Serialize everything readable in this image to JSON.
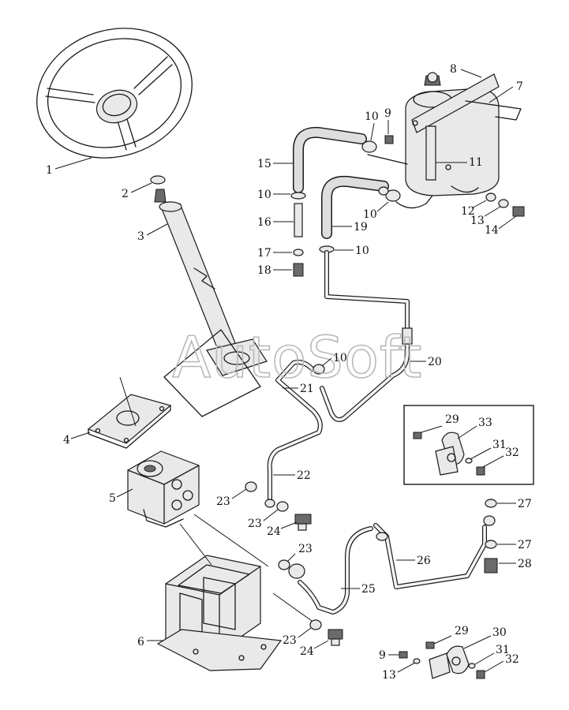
{
  "watermark": "AutoSoft",
  "callouts": [
    {
      "id": "c1",
      "label": "1"
    },
    {
      "id": "c2",
      "label": "2"
    },
    {
      "id": "c3",
      "label": "3"
    },
    {
      "id": "c4",
      "label": "4"
    },
    {
      "id": "c5",
      "label": "5"
    },
    {
      "id": "c6",
      "label": "6"
    },
    {
      "id": "c7",
      "label": "7"
    },
    {
      "id": "c8",
      "label": "8"
    },
    {
      "id": "c9a",
      "label": "9"
    },
    {
      "id": "c10a",
      "label": "10"
    },
    {
      "id": "c11",
      "label": "11"
    },
    {
      "id": "c12",
      "label": "12"
    },
    {
      "id": "c13a",
      "label": "13"
    },
    {
      "id": "c14",
      "label": "14"
    },
    {
      "id": "c15",
      "label": "15"
    },
    {
      "id": "c10b",
      "label": "10"
    },
    {
      "id": "c16",
      "label": "16"
    },
    {
      "id": "c17",
      "label": "17"
    },
    {
      "id": "c18",
      "label": "18"
    },
    {
      "id": "c10c",
      "label": "10"
    },
    {
      "id": "c19",
      "label": "19"
    },
    {
      "id": "c10d",
      "label": "10"
    },
    {
      "id": "c10e",
      "label": "10"
    },
    {
      "id": "c20",
      "label": "20"
    },
    {
      "id": "c21",
      "label": "21"
    },
    {
      "id": "c22",
      "label": "22"
    },
    {
      "id": "c23a",
      "label": "23"
    },
    {
      "id": "c23b",
      "label": "23"
    },
    {
      "id": "c24a",
      "label": "24"
    },
    {
      "id": "c23c",
      "label": "23"
    },
    {
      "id": "c25",
      "label": "25"
    },
    {
      "id": "c26",
      "label": "26"
    },
    {
      "id": "c23d",
      "label": "23"
    },
    {
      "id": "c24b",
      "label": "24"
    },
    {
      "id": "c27a",
      "label": "27"
    },
    {
      "id": "c27b",
      "label": "27"
    },
    {
      "id": "c28",
      "label": "28"
    },
    {
      "id": "c29a",
      "label": "29"
    },
    {
      "id": "c33",
      "label": "33"
    },
    {
      "id": "c31a",
      "label": "31"
    },
    {
      "id": "c32a",
      "label": "32"
    },
    {
      "id": "c29b",
      "label": "29"
    },
    {
      "id": "c30",
      "label": "30"
    },
    {
      "id": "c31b",
      "label": "31"
    },
    {
      "id": "c32b",
      "label": "32"
    },
    {
      "id": "c9b",
      "label": "9"
    },
    {
      "id": "c13b",
      "label": "13"
    }
  ]
}
